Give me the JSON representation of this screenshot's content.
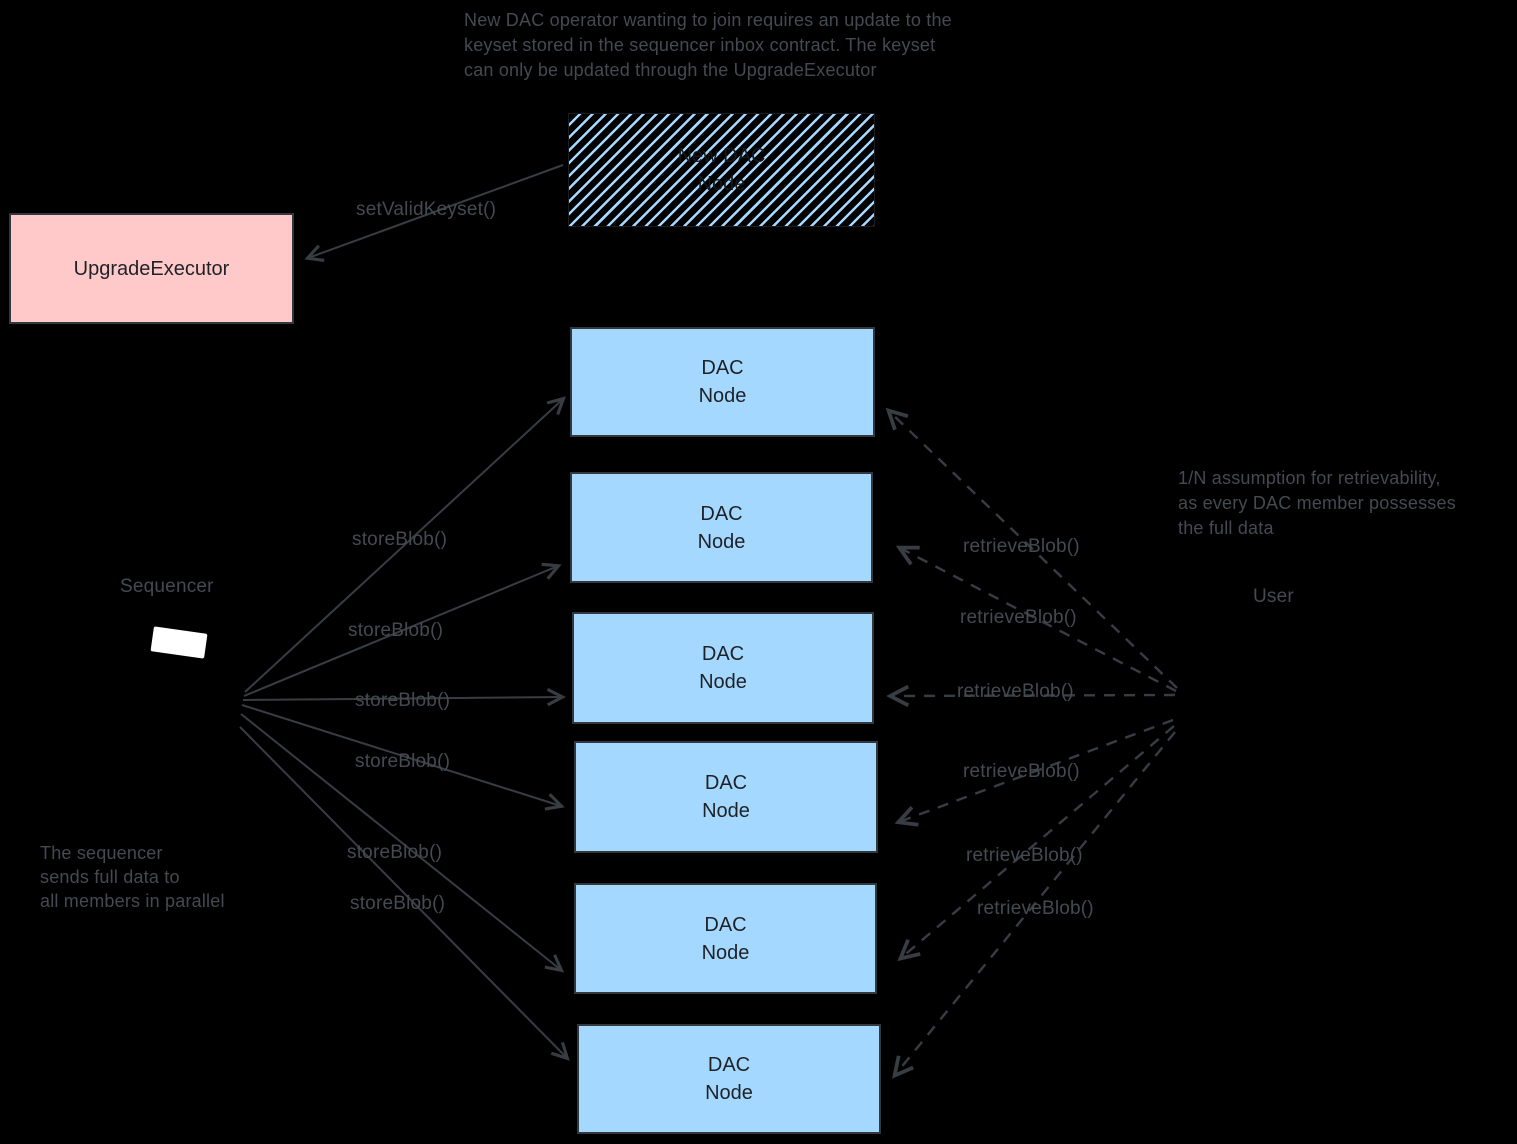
{
  "top_note": {
    "lines": [
      "New DAC operator wanting to join requires an update to the",
      "keyset stored in the sequencer inbox contract. The keyset",
      "can only be updated through the UpgradeExecutor"
    ]
  },
  "new_dac_node": {
    "line1": "New DAC",
    "line2": "Node"
  },
  "upgrade_executor": {
    "label": "UpgradeExecutor"
  },
  "edge_labels": {
    "set_valid_keyset": "setValidKeyset()",
    "store_blob": "storeBlob()",
    "retrieve_blob": "retrieveBlob()"
  },
  "sequencer": {
    "label": "Sequencer",
    "note_lines": [
      "The sequencer",
      "sends full data to",
      "all members in parallel"
    ]
  },
  "user": {
    "label": "User",
    "note_lines": [
      "1/N assumption for retrievability,",
      "as every DAC member possesses",
      "the full data"
    ]
  },
  "dac_nodes": [
    {
      "line1": "DAC",
      "line2": "Node"
    },
    {
      "line1": "DAC",
      "line2": "Node"
    },
    {
      "line1": "DAC",
      "line2": "Node"
    },
    {
      "line1": "DAC",
      "line2": "Node"
    },
    {
      "line1": "DAC",
      "line2": "Node"
    },
    {
      "line1": "DAC",
      "line2": "Node"
    }
  ],
  "colors": {
    "background": "#000000",
    "node_fill": "#a5d8ff",
    "executor_fill": "#ffc9c9",
    "annotation": "#454a51",
    "arrow": "#383d43",
    "box_text": "#1e2227",
    "sequencer_mark": "#ffffff"
  }
}
